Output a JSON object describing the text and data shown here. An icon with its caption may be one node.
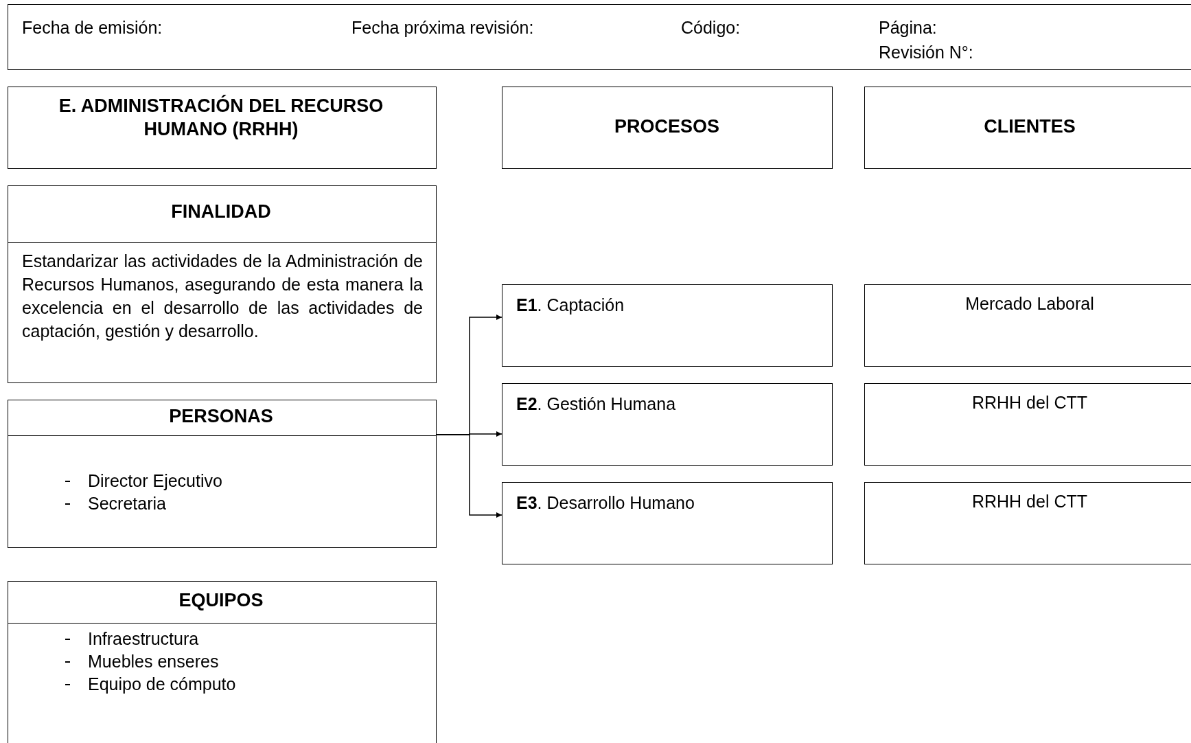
{
  "diagram": {
    "nodes": [
      {
        "text": [
          "Fecha de emisión:",
          "Fecha próxima revisión:",
          "Código:",
          "Página:",
          "Revisión N°:"
        ]
      },
      {
        "text": [
          "E. ADMINISTRACIÓN DEL RECURSO HUMANO (RRHH)"
        ]
      },
      {
        "text": [
          "PROCESOS"
        ]
      },
      {
        "text": [
          "CLIENTES"
        ]
      },
      {
        "text": [
          "FINALIDAD",
          "Estandarizar las actividades de la Administración de Recursos Humanos, asegurando de esta manera la excelencia en el desarrollo de las actividades de captación, gestión y desarrollo."
        ]
      },
      {
        "text": [
          "PERSONAS",
          "Director Ejecutivo",
          "Secretaria"
        ]
      },
      {
        "text": [
          "**E1**. Captación"
        ]
      },
      {
        "text": [
          "Mercado Laboral"
        ]
      },
      {
        "text": [
          "**E2**. Gestión Humana"
        ]
      },
      {
        "text": [
          "RRHH del CTT"
        ]
      },
      {
        "text": [
          "**E3**. Desarrollo Humano"
        ]
      },
      {
        "text": [
          "RRHH del CTT"
        ]
      },
      {
        "text": [
          "EQUIPOS",
          "Infraestructura",
          "Muebles enseres",
          "Equipo de cómputo"
        ]
      }
    ],
    "edges": [
      {
        "from": 5,
        "to": 6,
        "arrow": "to"
      },
      {
        "from": 5,
        "to": 8,
        "arrow": "to"
      },
      {
        "from": 5,
        "to": 10,
        "arrow": "to"
      }
    ]
  }
}
